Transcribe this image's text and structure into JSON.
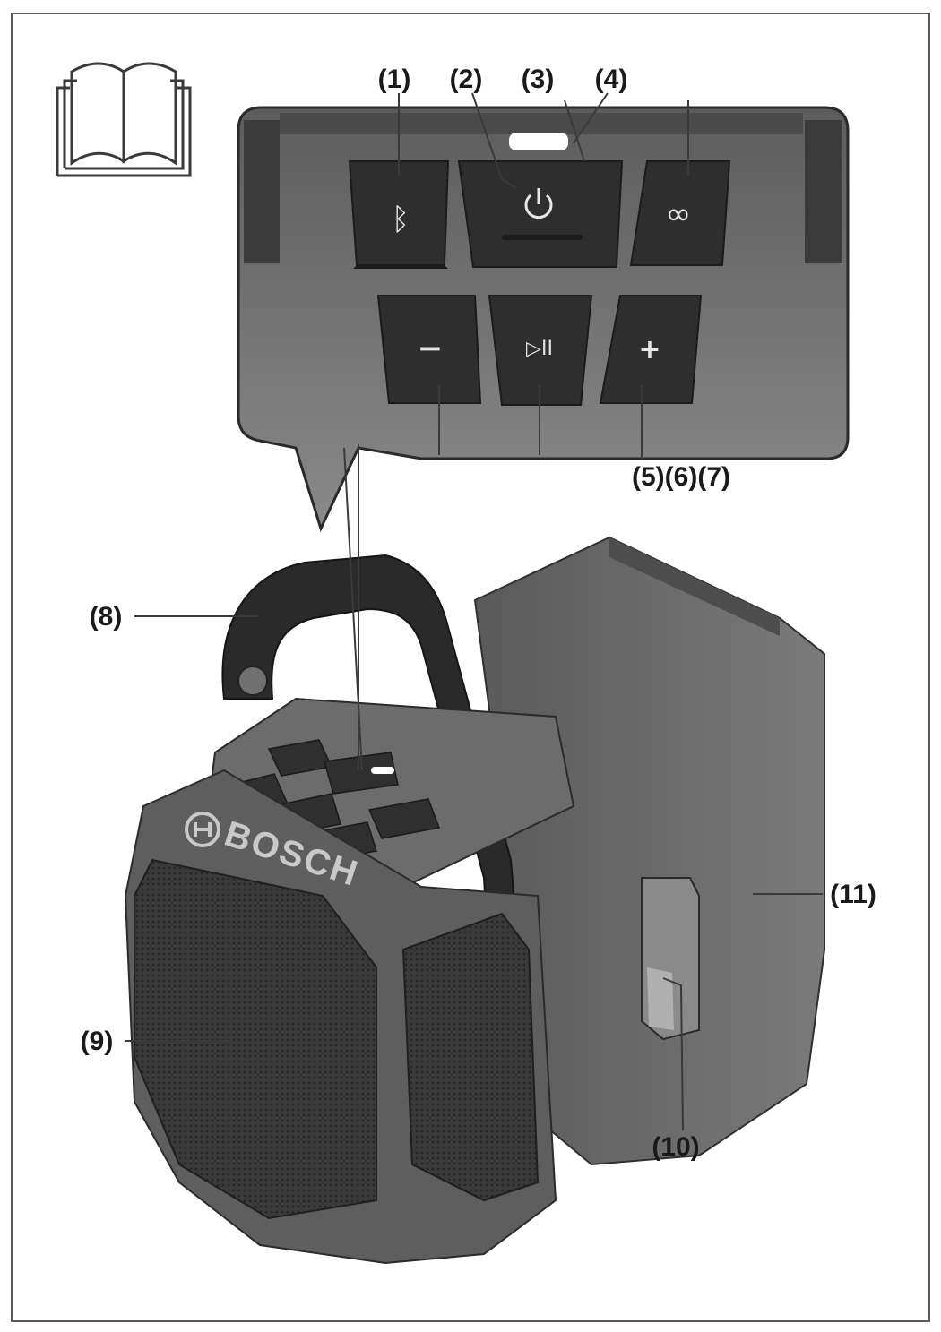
{
  "labels": {
    "c1": "(1)",
    "c2": "(2)",
    "c3": "(3)",
    "c4": "(4)",
    "c567": "(5)(6)(7)",
    "c8": "(8)",
    "c9": "(9)",
    "c10": "(10)",
    "c11": "(11)"
  },
  "brand": "BOSCH",
  "icons": {
    "manual": "open-book-icon",
    "bluetooth": "bluetooth-icon",
    "power": "power-icon",
    "loop": "infinity-icon",
    "minus": "minus-icon",
    "playpause": "play-pause-icon",
    "plus": "plus-icon",
    "brand_logo": "bosch-armature-icon"
  },
  "colors": {
    "panel_bg": "#6d6d6d",
    "button": "#2e2e2e",
    "body": "#5f5f5f",
    "grille": "#333333",
    "battery": "#6a6a6a",
    "indicator": "#ffffff"
  }
}
